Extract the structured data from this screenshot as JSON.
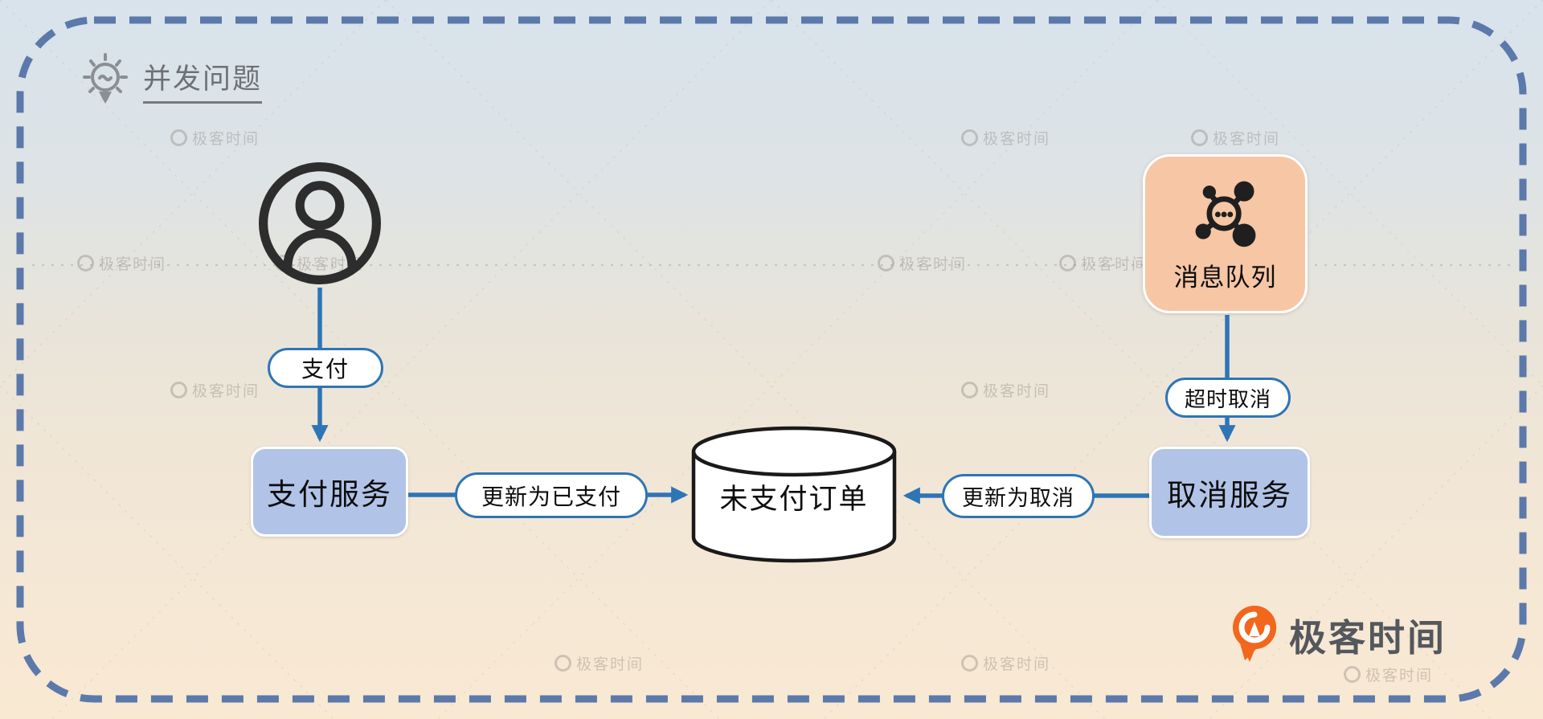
{
  "title": "并发问题",
  "nodes": {
    "user": {
      "icon": "person"
    },
    "payment_service": {
      "label": "支付服务"
    },
    "database": {
      "label": "未支付订单"
    },
    "cancel_service": {
      "label": "取消服务"
    },
    "message_queue": {
      "label": "消息队列",
      "icon": "message-broker"
    }
  },
  "edges": {
    "pay": {
      "label": "支付",
      "from": "user",
      "to": "payment_service"
    },
    "update_paid": {
      "label": "更新为已支付",
      "from": "payment_service",
      "to": "database"
    },
    "update_cancelled": {
      "label": "更新为取消",
      "from": "cancel_service",
      "to": "database"
    },
    "timeout_cancel": {
      "label": "超时取消",
      "from": "message_queue",
      "to": "cancel_service"
    }
  },
  "branding": {
    "logo_text": "极客时间",
    "watermark_text": "极客时间"
  },
  "colors": {
    "arrow_blue": "#2e75b6",
    "dashed_border": "#5c79ab",
    "service_box_fill": "#b1c4e7",
    "queue_box_fill": "#f6c6a5",
    "background_top": "#d8e3ec",
    "background_bottom": "#f9e9d3",
    "logo_orange": "#f2671c",
    "title_gray": "#6c7176"
  }
}
